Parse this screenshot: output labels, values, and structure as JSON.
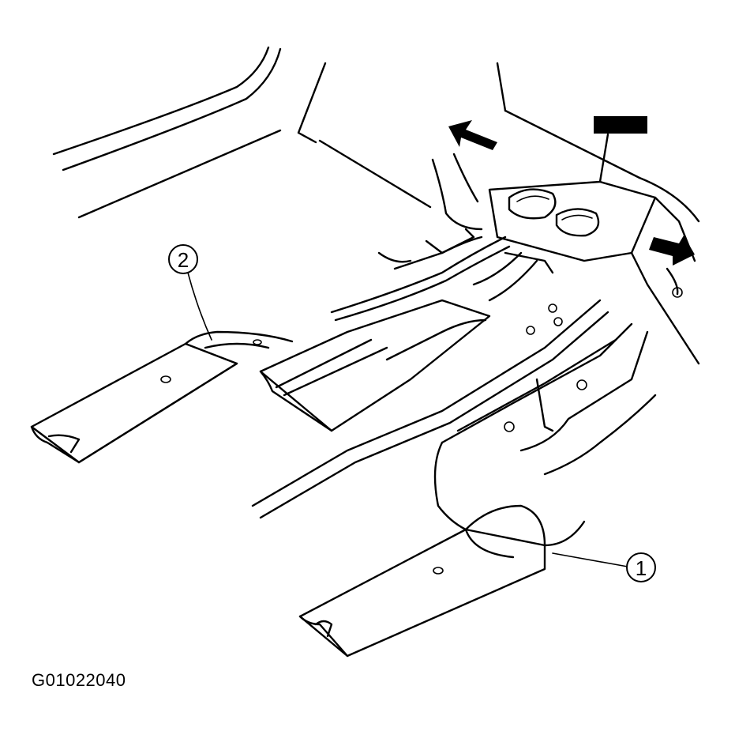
{
  "figure": {
    "code": "G01022040",
    "callouts": [
      {
        "id": "1",
        "label": "1"
      },
      {
        "id": "2",
        "label": "2"
      }
    ]
  },
  "colors": {
    "line": "#000000",
    "background": "#ffffff",
    "front_marker": "#000000"
  }
}
